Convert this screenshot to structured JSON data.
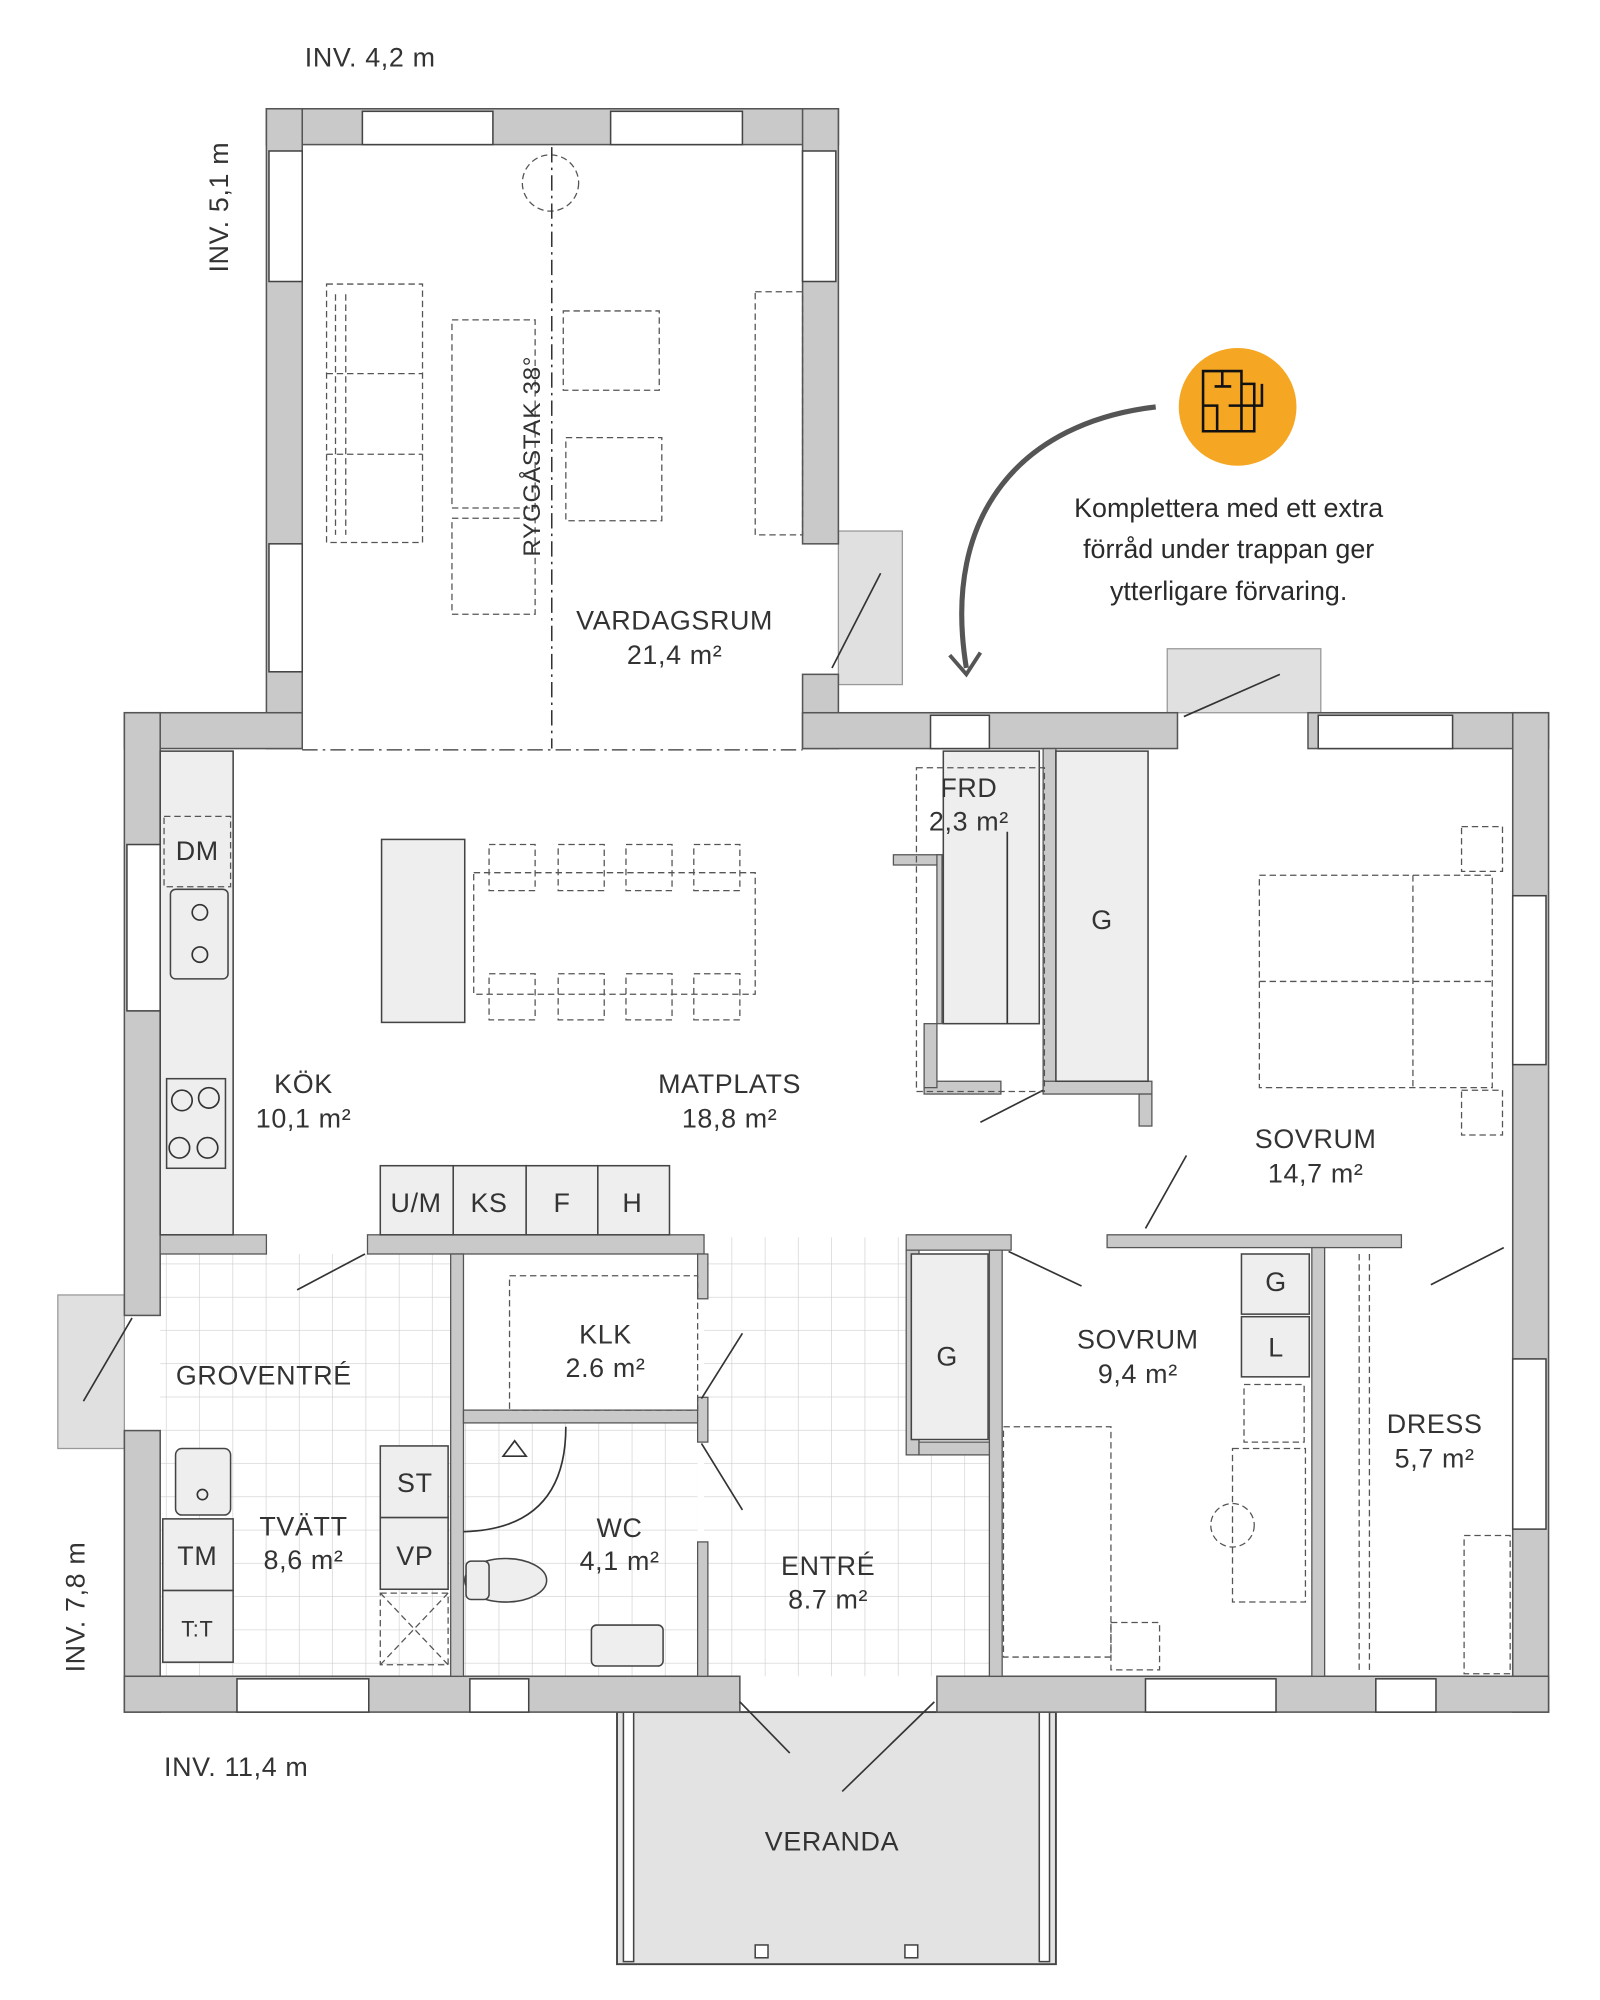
{
  "dimensions": {
    "top_width": "INV. 4,2 m",
    "left_depth": "INV. 5,1 m",
    "side_depth": "INV. 7,8 m",
    "total_width": "INV. 11,4 m"
  },
  "roof_note": "RYGGÅSTAK 38°",
  "rooms": {
    "vardagsrum": {
      "name": "VARDAGSRUM",
      "area": "21,4 m²"
    },
    "kok": {
      "name": "KÖK",
      "area": "10,1 m²"
    },
    "matplats": {
      "name": "MATPLATS",
      "area": "18,8 m²"
    },
    "frd": {
      "name": "FRD",
      "area": "2,3 m²"
    },
    "sovrum1": {
      "name": "SOVRUM",
      "area": "14,7 m²"
    },
    "klk": {
      "name": "KLK",
      "area": "2.6 m²"
    },
    "groventre": {
      "name": "GROVENTRÉ"
    },
    "tvatt": {
      "name": "TVÄTT",
      "area": "8,6 m²"
    },
    "wc": {
      "name": "WC",
      "area": "4,1 m²"
    },
    "entre": {
      "name": "ENTRÉ",
      "area": "8.7 m²"
    },
    "sovrum2": {
      "name": "SOVRUM",
      "area": "9,4 m²"
    },
    "dress": {
      "name": "DRESS",
      "area": "5,7 m²"
    },
    "veranda": {
      "name": "VERANDA"
    }
  },
  "fixtures": {
    "dm": "DM",
    "g_hall": "G",
    "g_entre": "G",
    "g_sovrum": "G",
    "l_sovrum": "L",
    "um": "U/M",
    "ks": "KS",
    "f": "F",
    "h": "H",
    "st": "ST",
    "vp": "VP",
    "tm": "TM",
    "tt": "T:T"
  },
  "callout": {
    "icon": "floorplan-icon",
    "accent_color": "#F5A623",
    "lines": [
      "Komplettera med ett extra",
      "förråd under trappan ger",
      "ytterligare förvaring."
    ]
  }
}
